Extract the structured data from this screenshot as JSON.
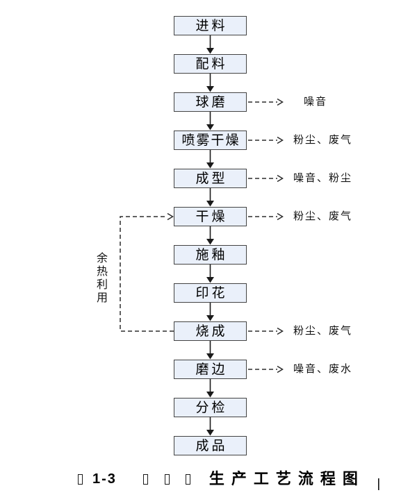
{
  "diagram": {
    "flow_steps": [
      "进料",
      "配料",
      "球磨",
      "喷雾干燥",
      "成型",
      "干燥",
      "施釉",
      "印花",
      "烧成",
      "磨边",
      "分检",
      "成品"
    ],
    "emissions": [
      {
        "source": "球磨",
        "text": "噪音"
      },
      {
        "source": "喷雾干燥",
        "text": "粉尘、废气"
      },
      {
        "source": "成型",
        "text": "噪音、粉尘"
      },
      {
        "source": "干燥",
        "text": "粉尘、废气"
      },
      {
        "source": "烧成",
        "text": "粉尘、废气"
      },
      {
        "source": "磨边",
        "text": "噪音、废水"
      }
    ],
    "feedback_loop": {
      "label": "余热利用",
      "from": "烧成",
      "to": "干燥"
    }
  },
  "caption": {
    "segments": [
      "□",
      "1-3",
      "□",
      "□",
      "□",
      "生产工艺流程图"
    ]
  },
  "colors": {
    "box_fill": "#eaf0fa",
    "box_border": "#424242",
    "line": "#1a1a1a",
    "text": "#000000",
    "background": "#ffffff"
  }
}
